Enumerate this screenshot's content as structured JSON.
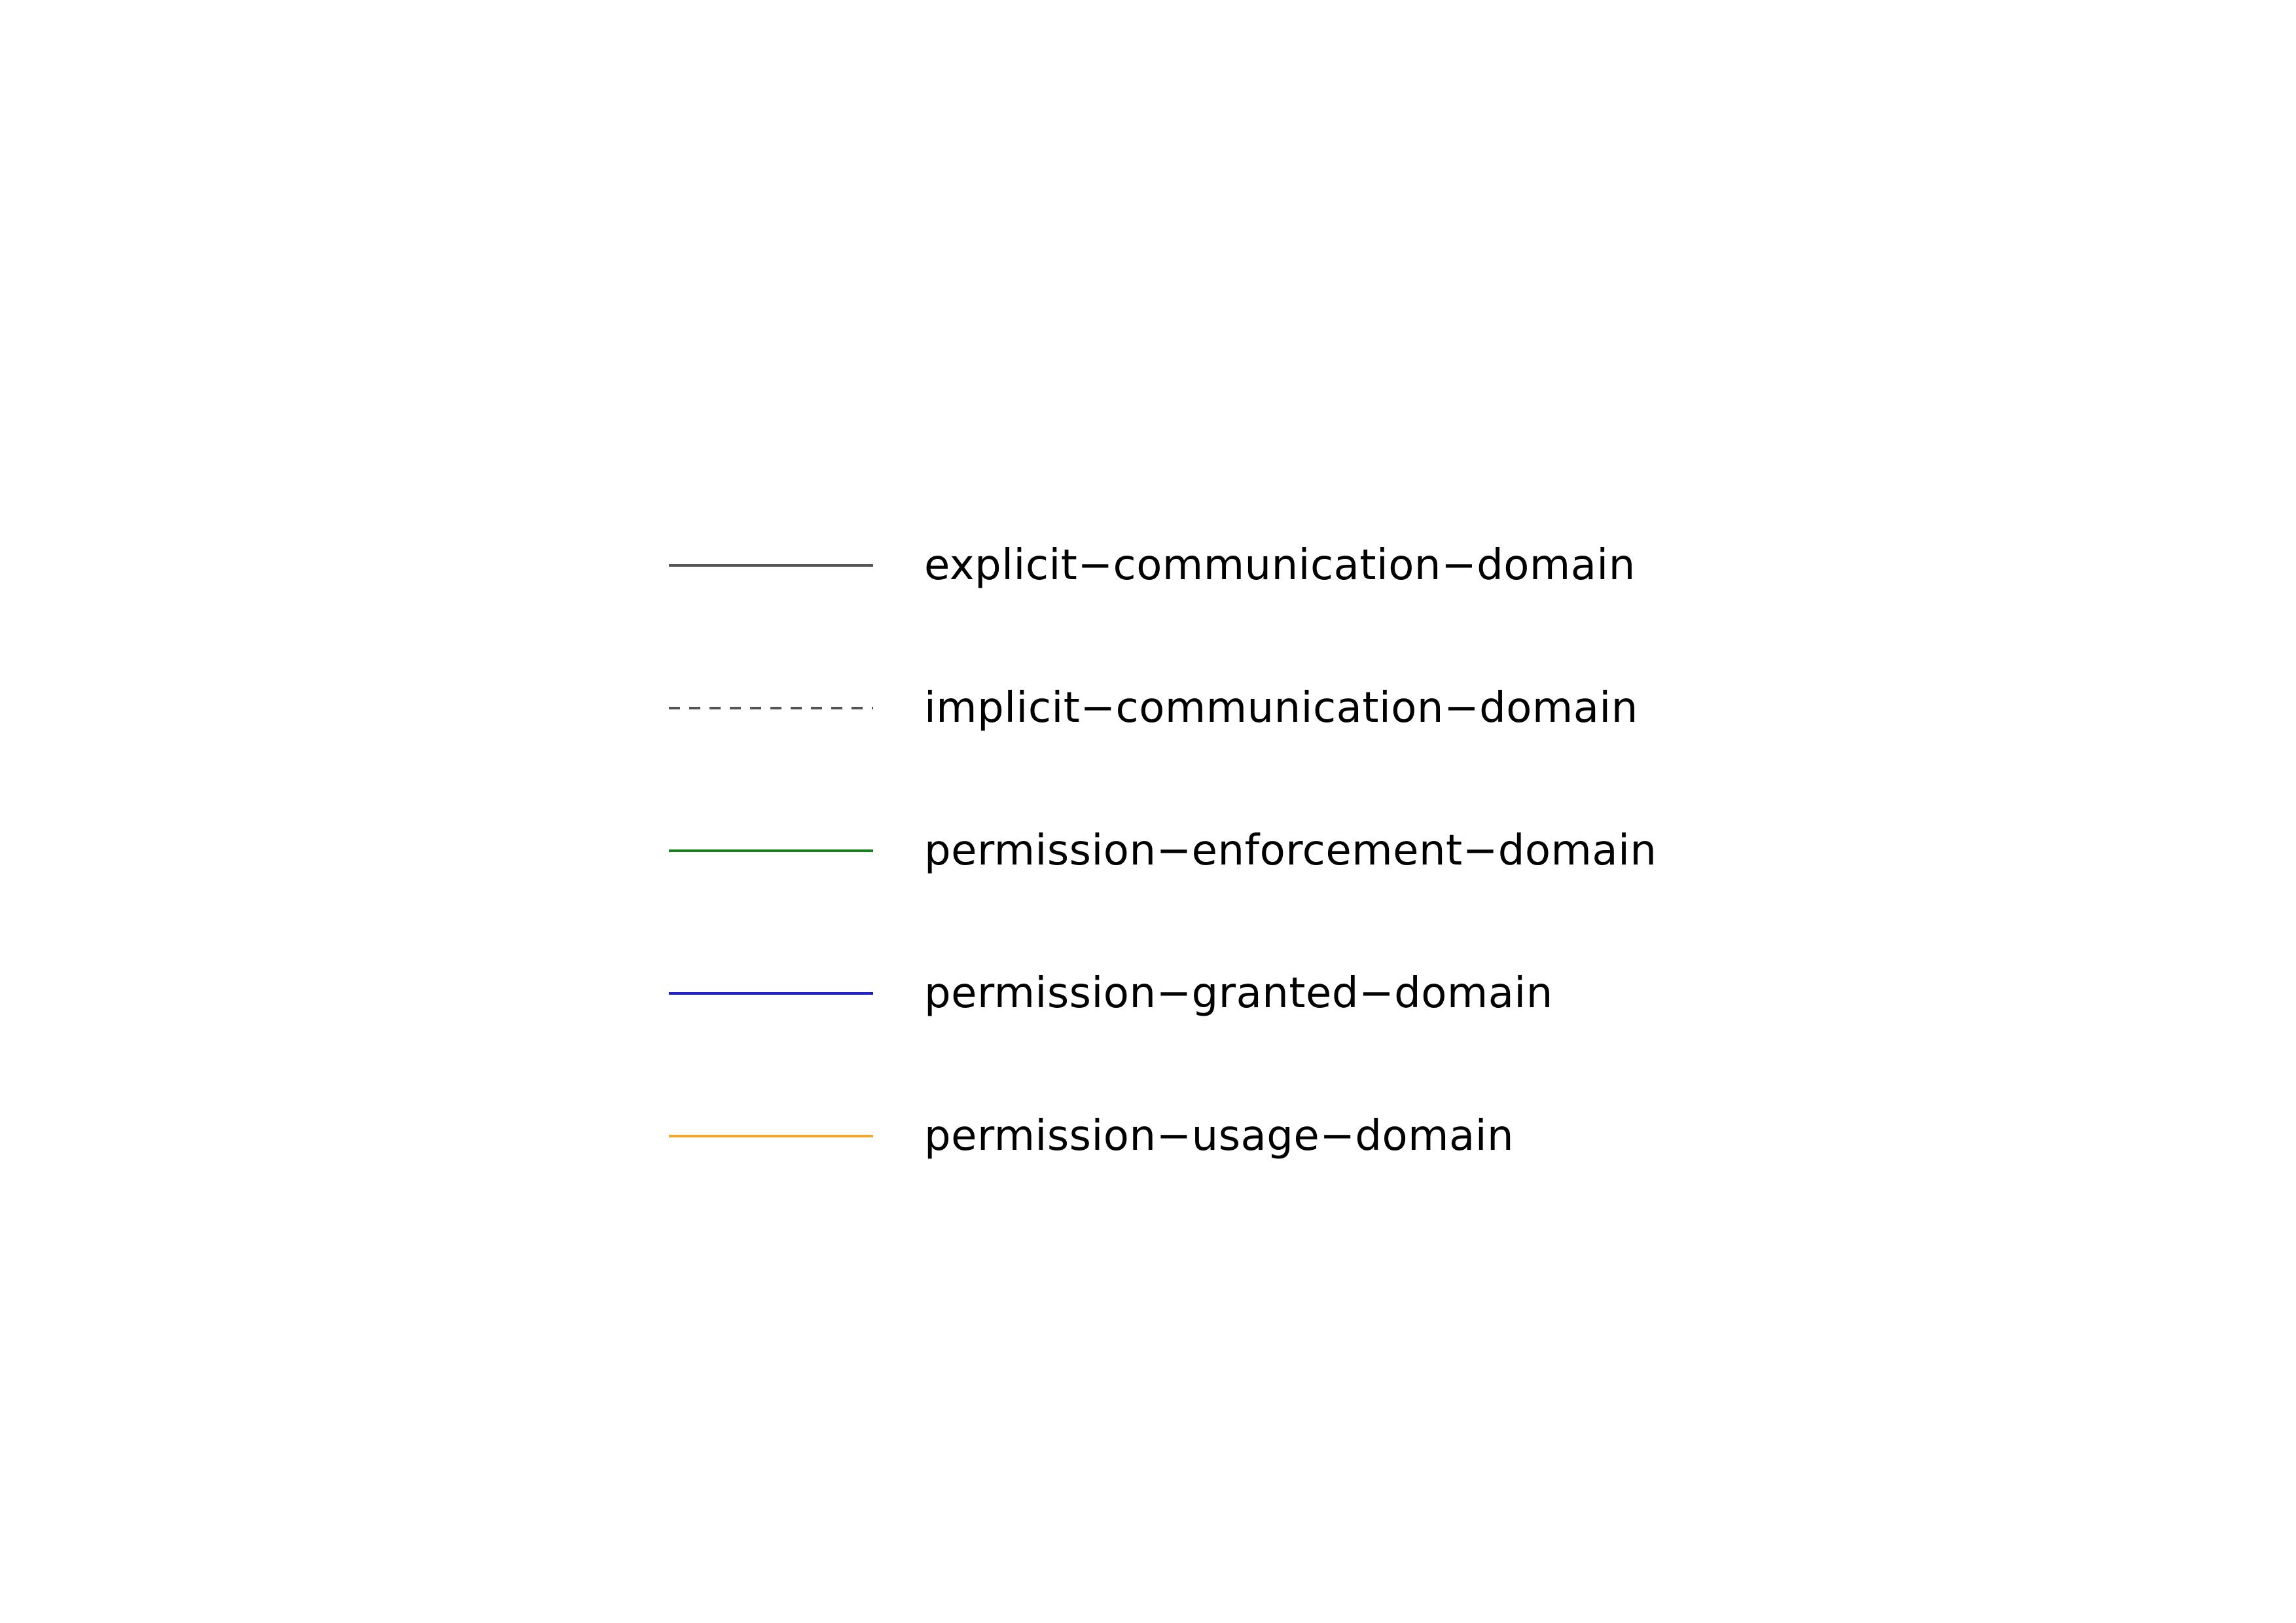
{
  "legend": {
    "items": [
      {
        "label": "explicit−communication−domain",
        "color": "#555555",
        "style": "solid"
      },
      {
        "label": "implicit−communication−domain",
        "color": "#555555",
        "style": "dashed"
      },
      {
        "label": "permission−enforcement−domain",
        "color": "#1a7f1a",
        "style": "solid"
      },
      {
        "label": "permission−granted−domain",
        "color": "#2020cc",
        "style": "solid"
      },
      {
        "label": "permission−usage−domain",
        "color": "#f0a830",
        "style": "solid"
      }
    ]
  }
}
